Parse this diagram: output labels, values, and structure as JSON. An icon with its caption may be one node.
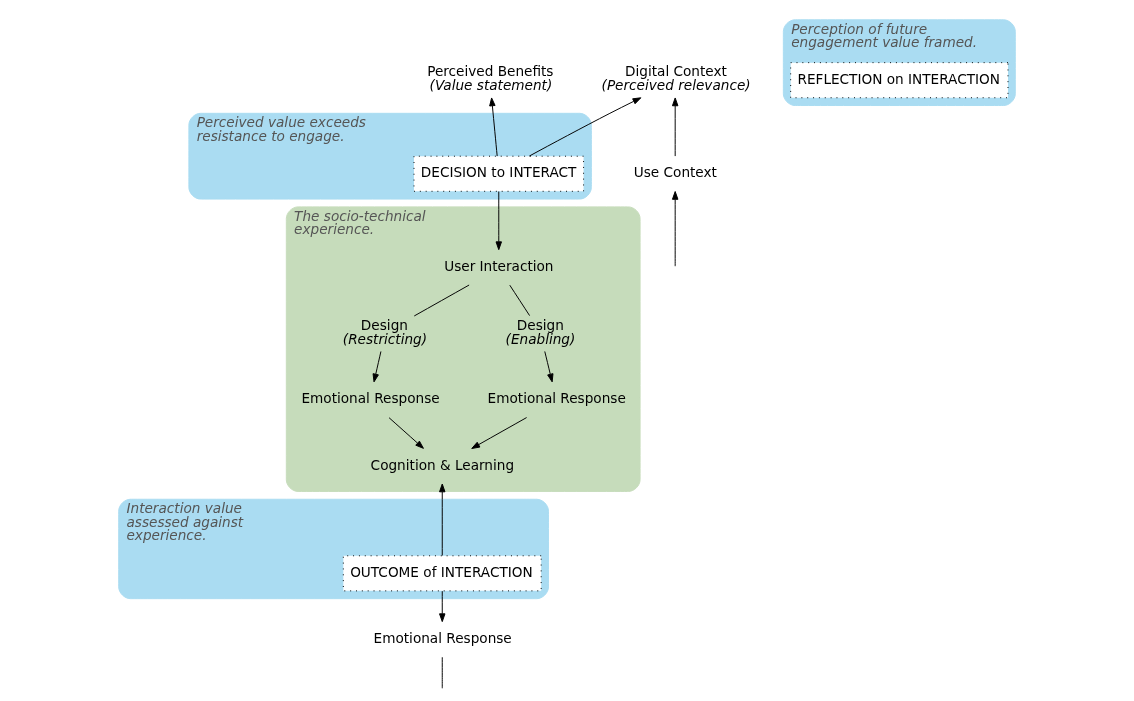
{
  "diagram": {
    "nodes": [
      {
        "text": [
          "Perceived Benefits",
          "(Value statement)"
        ]
      },
      {
        "text": [
          "Digital Context",
          "(Perceived relevance)"
        ]
      },
      {
        "text": [
          "Perceived value exceeds resistance to engage."
        ]
      },
      {
        "text": [
          "DECISION to INTERACT"
        ],
        "in": 2
      },
      {
        "text": [
          "Use Context"
        ]
      },
      {
        "text": [
          "The socio-technical experience."
        ]
      },
      {
        "text": [
          "User Interaction"
        ],
        "in": 5
      },
      {
        "text": [
          "Design",
          "(Restricting)"
        ],
        "in": 5
      },
      {
        "text": [
          "Design",
          "(Enabling)"
        ],
        "in": 5
      },
      {
        "text": [
          "Emotional Response"
        ],
        "in": 5
      },
      {
        "text": [
          "Emotional Response"
        ],
        "in": 5
      },
      {
        "text": [
          "Cognition & Learning"
        ],
        "in": 5
      },
      {
        "text": [
          "Perception of future engagement value framed."
        ]
      },
      {
        "text": [
          "REFLECTION on INTERACTION"
        ],
        "in": 12
      },
      {
        "text": [
          "Interaction value assessed against experience."
        ]
      },
      {
        "text": [
          "OUTCOME of INTERACTION"
        ],
        "in": 14
      },
      {
        "text": [
          "Emotional Response"
        ]
      }
    ],
    "edges": [
      {
        "from": 3,
        "to": 0,
        "arrow": "to"
      },
      {
        "from": 3,
        "to": 1,
        "arrow": "to"
      },
      {
        "from": 3,
        "to": 6,
        "arrow": "to"
      },
      {
        "from": 6,
        "to": 7,
        "arrow": "none"
      },
      {
        "from": 6,
        "to": 8,
        "arrow": "none"
      },
      {
        "from": 7,
        "to": 9,
        "arrow": "to"
      },
      {
        "from": 8,
        "to": 10,
        "arrow": "to"
      },
      {
        "from": 9,
        "to": 11,
        "arrow": "to"
      },
      {
        "from": 10,
        "to": 11,
        "arrow": "to"
      },
      {
        "from": 15,
        "to": 11,
        "arrow": "to"
      },
      {
        "from": 15,
        "to": 16,
        "arrow": "to"
      },
      {
        "from": 16,
        "to": null,
        "arrow": "none"
      },
      {
        "from": null,
        "to": 4,
        "arrow": "to"
      },
      {
        "from": 4,
        "to": 1,
        "arrow": "to"
      }
    ]
  }
}
